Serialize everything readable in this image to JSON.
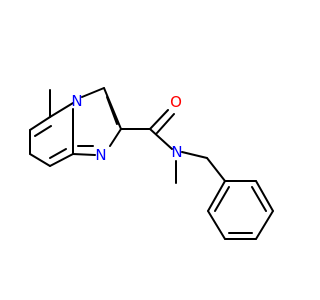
{
  "atoms": {
    "n_bridge": {
      "text": "N",
      "color": "#0000ff"
    },
    "n_imidazole": {
      "text": "N",
      "color": "#0000ff"
    },
    "n_amide": {
      "text": "N",
      "color": "#0000ff"
    },
    "o_carbonyl": {
      "text": "O",
      "color": "#ff0000"
    }
  }
}
